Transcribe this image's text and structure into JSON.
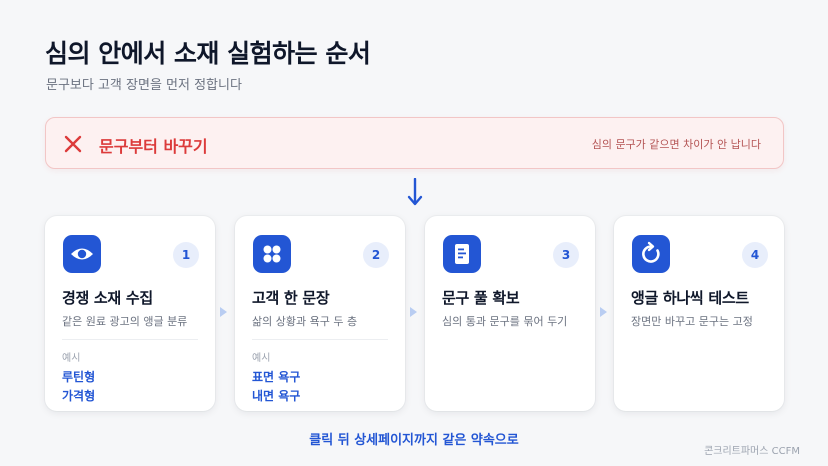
{
  "header": {
    "title": "심의 안에서 소재 실험하는 순서",
    "subtitle": "문구보다 고객 장면을 먼저 정합니다"
  },
  "wrong_approach": {
    "icon": "x-icon",
    "title": "문구부터 바꾸기",
    "note": "심의 문구가 같으면 차이가 안 납니다",
    "color": "#dc3b3b"
  },
  "steps": [
    {
      "number": "1",
      "icon": "eye-icon",
      "title": "경쟁 소재 수집",
      "description": "같은 원료 광고의 앵글 분류",
      "example_label": "예시",
      "examples": [
        "루틴형",
        "가격형"
      ]
    },
    {
      "number": "2",
      "icon": "people-icon",
      "title": "고객 한 문장",
      "description": "삶의 상황과 욕구 두 층",
      "example_label": "예시",
      "examples": [
        "표면 욕구",
        "내면 욕구"
      ]
    },
    {
      "number": "3",
      "icon": "document-icon",
      "title": "문구 풀 확보",
      "description": "심의 통과 문구를 묶어 두기"
    },
    {
      "number": "4",
      "icon": "refresh-icon",
      "title": "앵글 하나씩 테스트",
      "description": "장면만 바꾸고 문구는 고정"
    }
  ],
  "footer": {
    "cta": "클릭 뒤 상세페이지까지 같은 약속으로",
    "brand": "콘크리트파머스 CCFM"
  },
  "colors": {
    "accent": "#2356d4",
    "danger": "#dc3b3b",
    "background": "#f6f7f9"
  }
}
